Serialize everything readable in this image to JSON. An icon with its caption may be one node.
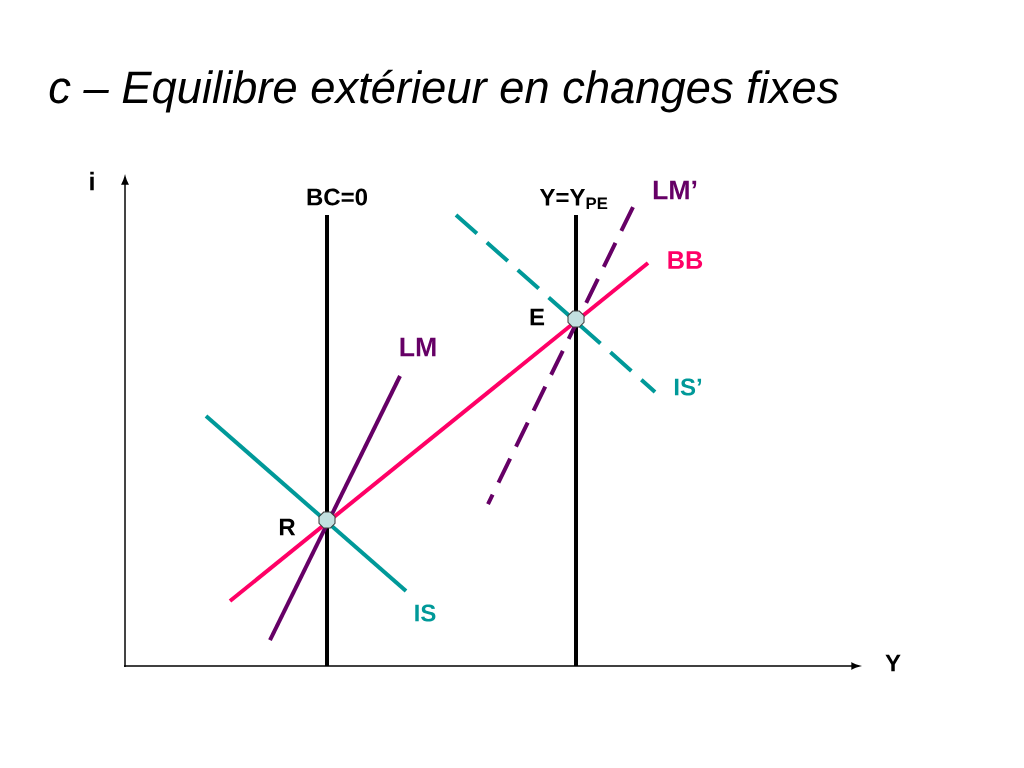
{
  "diagram": {
    "title": "c – Equilibre extérieur en changes fixes",
    "labels": [
      "i",
      "LM’",
      "BC=0",
      "Y=Y$_{PE}$",
      "BB",
      "E",
      "LM",
      "IS’",
      "R",
      "IS",
      "Y"
    ]
  }
}
